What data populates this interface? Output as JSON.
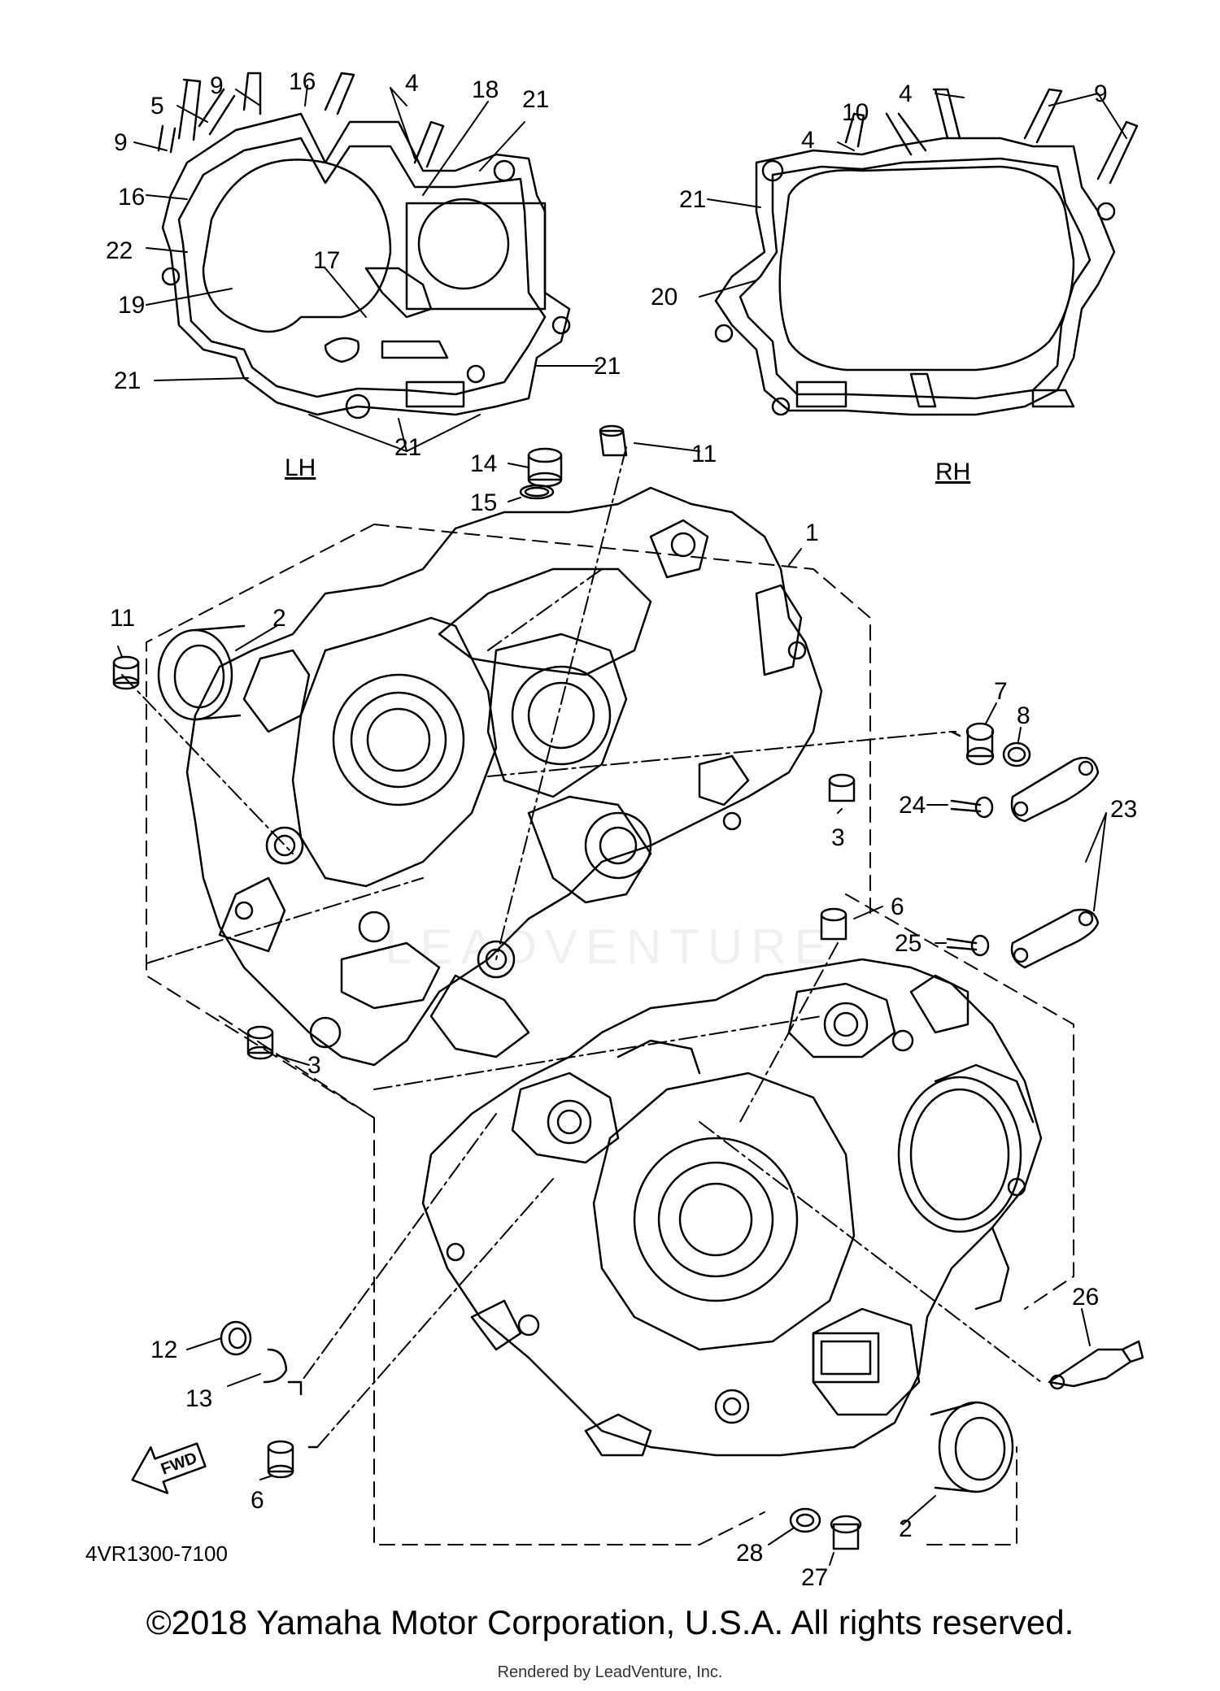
{
  "diagram": {
    "part_code": "4VR1300-7100",
    "fwd_label": "FWD",
    "lh_label": "LH",
    "rh_label": "RH",
    "watermark": "LEADVENTURE"
  },
  "callouts": [
    {
      "id": "c-9a",
      "label": "9"
    },
    {
      "id": "c-16a",
      "label": "16"
    },
    {
      "id": "c-4a",
      "label": "4"
    },
    {
      "id": "c-18",
      "label": "18"
    },
    {
      "id": "c-21a",
      "label": "21"
    },
    {
      "id": "c-5",
      "label": "5"
    },
    {
      "id": "c-9b",
      "label": "9"
    },
    {
      "id": "c-16b",
      "label": "16"
    },
    {
      "id": "c-22",
      "label": "22"
    },
    {
      "id": "c-17",
      "label": "17"
    },
    {
      "id": "c-19",
      "label": "19"
    },
    {
      "id": "c-21b",
      "label": "21"
    },
    {
      "id": "c-21c",
      "label": "21"
    },
    {
      "id": "c-21d",
      "label": "21"
    },
    {
      "id": "c-4b",
      "label": "4"
    },
    {
      "id": "c-9c",
      "label": "9"
    },
    {
      "id": "c-10",
      "label": "10"
    },
    {
      "id": "c-4c",
      "label": "4"
    },
    {
      "id": "c-21e",
      "label": "21"
    },
    {
      "id": "c-20",
      "label": "20"
    },
    {
      "id": "c-14",
      "label": "14"
    },
    {
      "id": "c-11a",
      "label": "11"
    },
    {
      "id": "c-15",
      "label": "15"
    },
    {
      "id": "c-1",
      "label": "1"
    },
    {
      "id": "c-11b",
      "label": "11"
    },
    {
      "id": "c-2a",
      "label": "2"
    },
    {
      "id": "c-7",
      "label": "7"
    },
    {
      "id": "c-8",
      "label": "8"
    },
    {
      "id": "c-24",
      "label": "24"
    },
    {
      "id": "c-23",
      "label": "23"
    },
    {
      "id": "c-3a",
      "label": "3"
    },
    {
      "id": "c-6a",
      "label": "6"
    },
    {
      "id": "c-25",
      "label": "25"
    },
    {
      "id": "c-3b",
      "label": "3"
    },
    {
      "id": "c-26",
      "label": "26"
    },
    {
      "id": "c-12",
      "label": "12"
    },
    {
      "id": "c-13",
      "label": "13"
    },
    {
      "id": "c-6b",
      "label": "6"
    },
    {
      "id": "c-2b",
      "label": "2"
    },
    {
      "id": "c-28",
      "label": "28"
    },
    {
      "id": "c-27",
      "label": "27"
    }
  ],
  "footer": {
    "copyright": "©2018 Yamaha Motor Corporation, U.S.A. All rights reserved.",
    "rendered_by": "Rendered by LeadVenture, Inc."
  }
}
